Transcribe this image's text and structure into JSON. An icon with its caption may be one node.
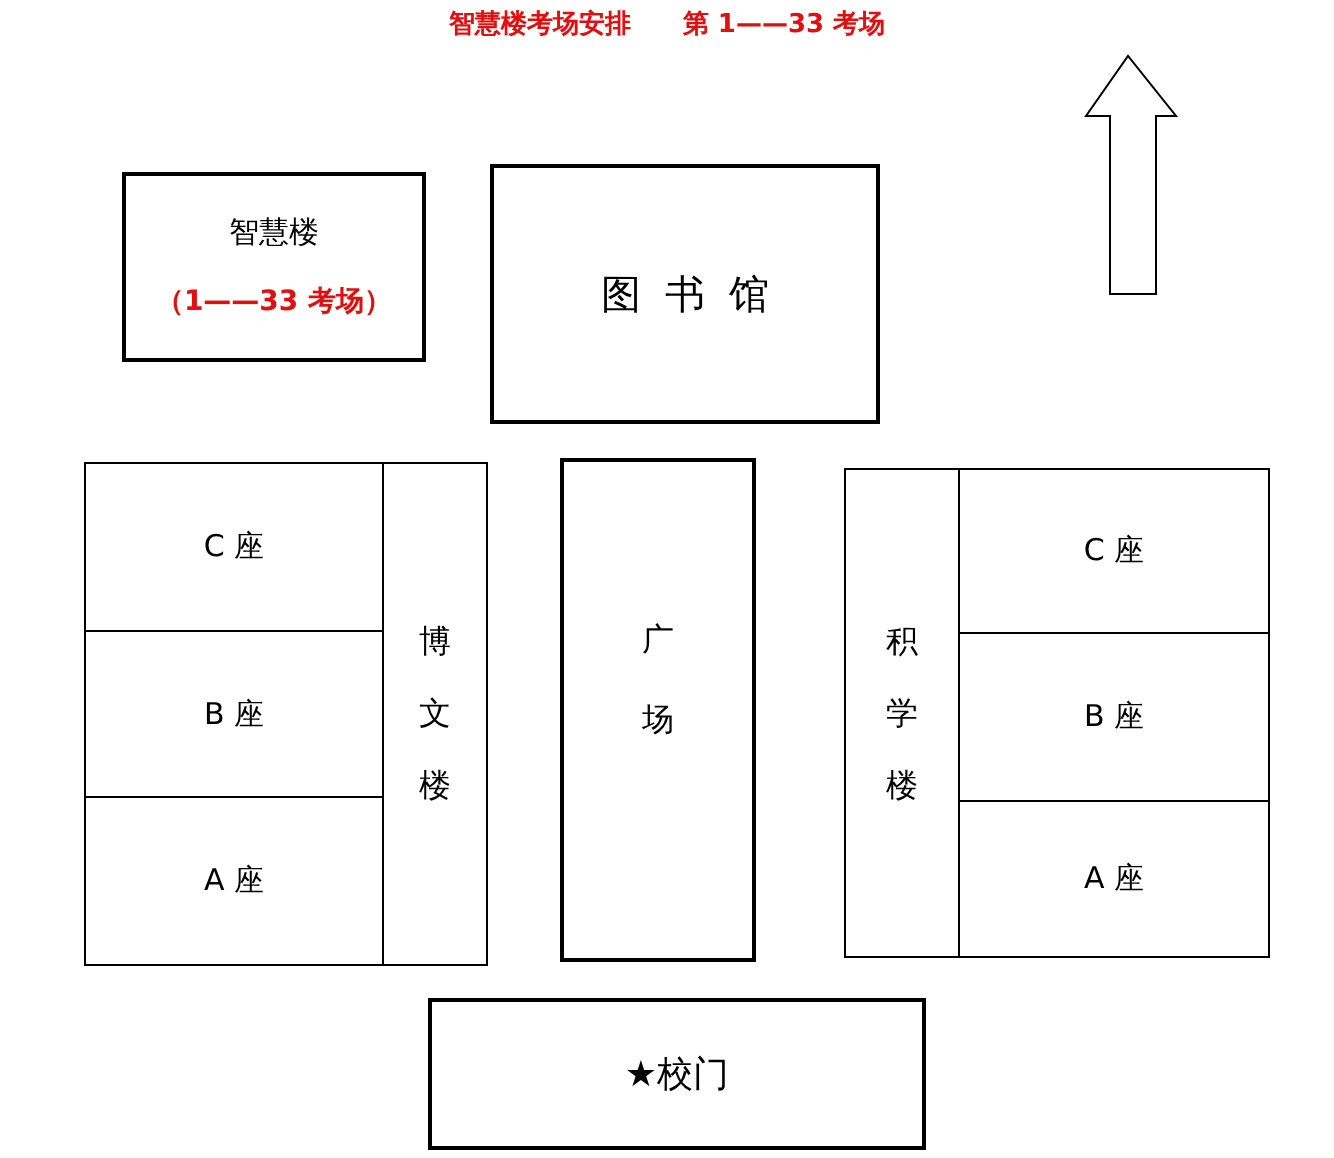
{
  "diagram": {
    "title": "智慧楼考场安排　　第 1——33 考场",
    "nodes": [
      {
        "text": [
          "智慧楼",
          "（1——33 考场）"
        ]
      },
      {
        "text": [
          "图书馆"
        ]
      },
      {
        "text": [
          "C 座"
        ]
      },
      {
        "text": [
          "B 座"
        ]
      },
      {
        "text": [
          "A 座"
        ]
      },
      {
        "text": [
          "博文楼"
        ]
      },
      {
        "text": [
          "广场"
        ]
      },
      {
        "text": [
          "积学楼"
        ]
      },
      {
        "text": [
          "C 座"
        ]
      },
      {
        "text": [
          "B 座"
        ]
      },
      {
        "text": [
          "A 座"
        ]
      },
      {
        "text": [
          "★校门"
        ]
      }
    ]
  }
}
